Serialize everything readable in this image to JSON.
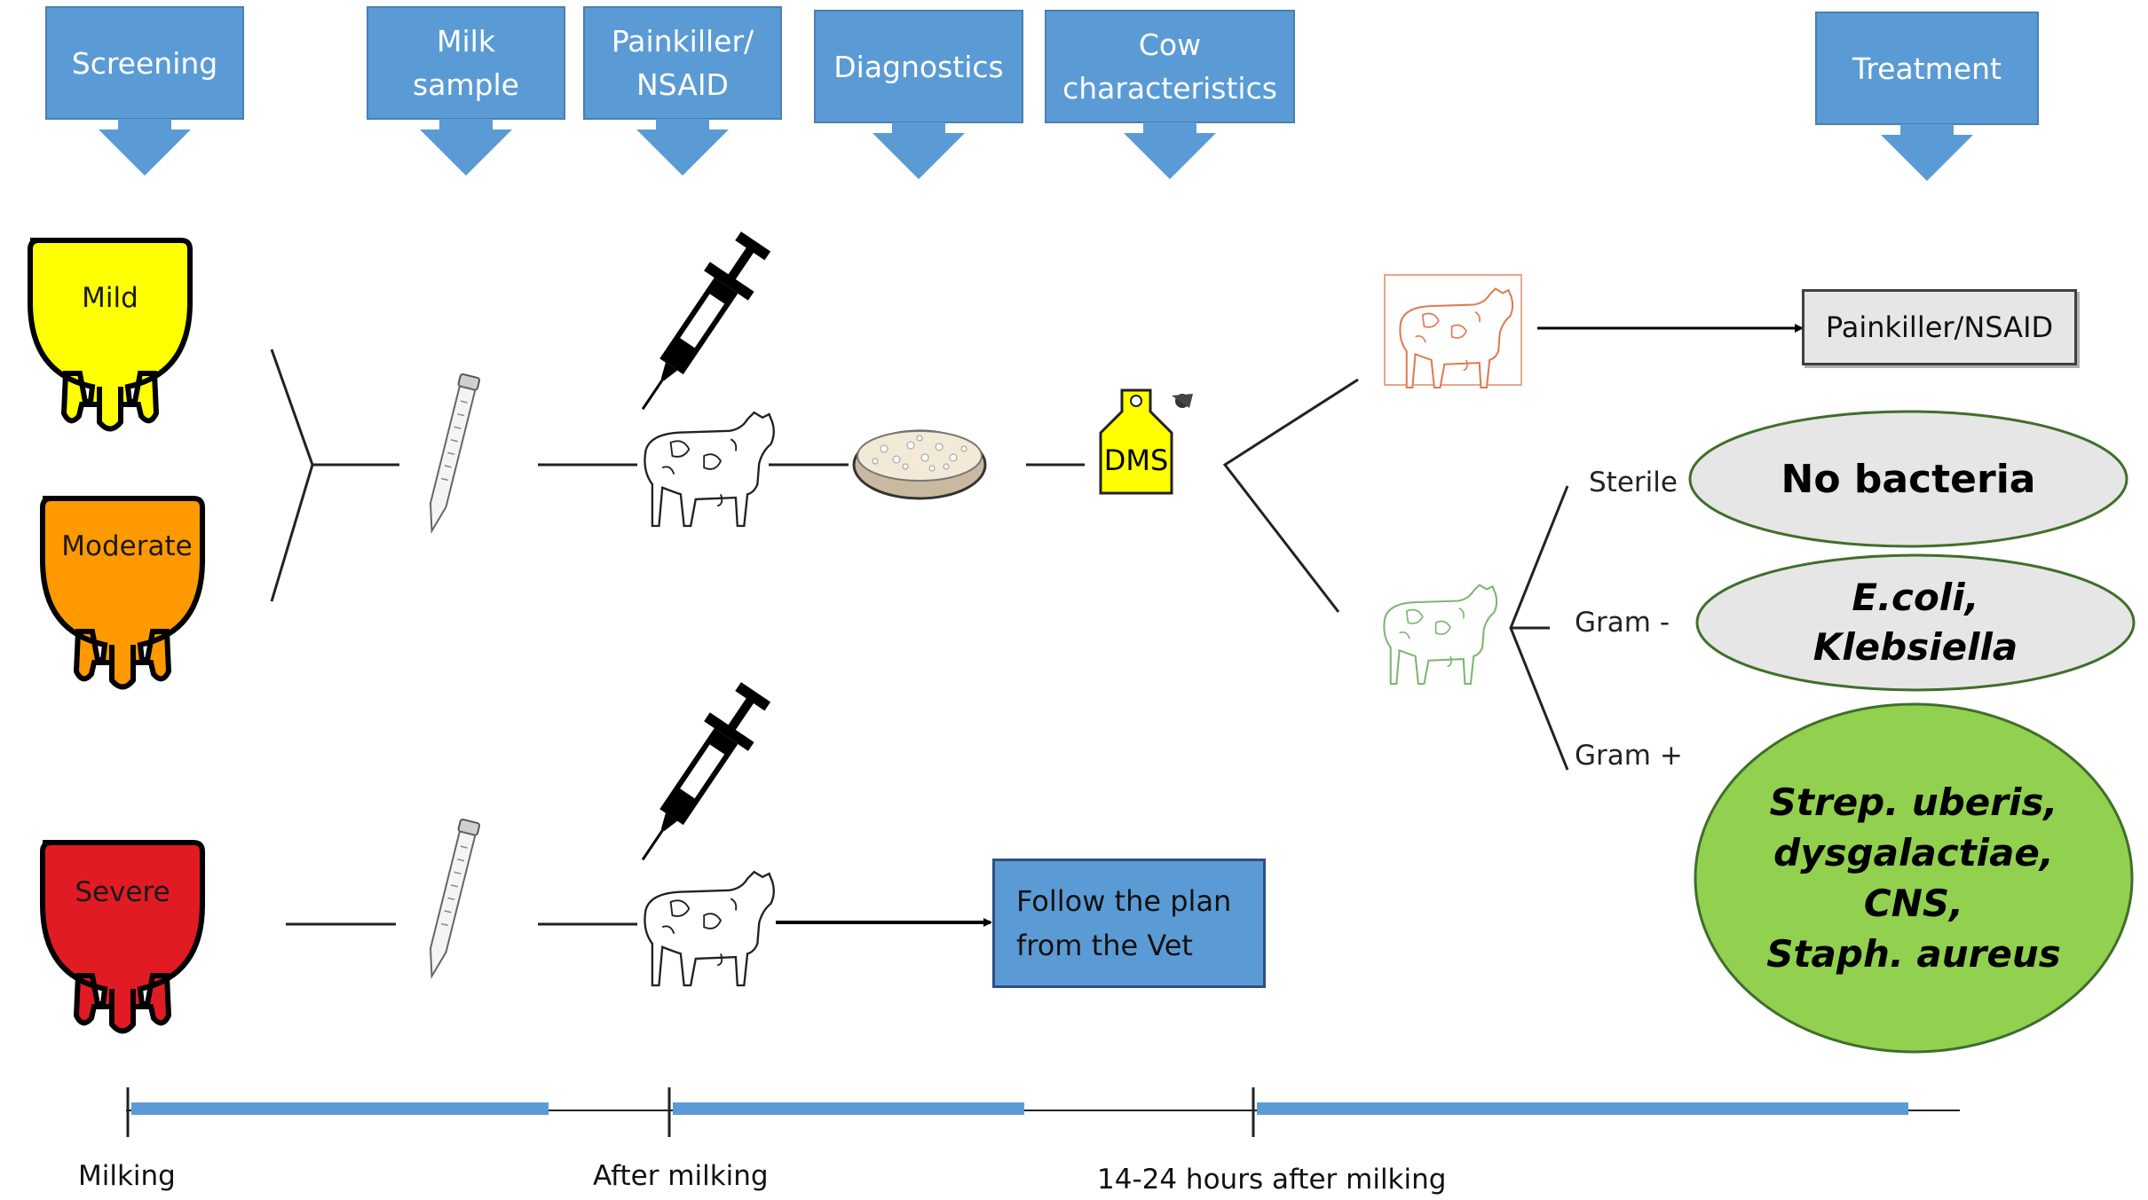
{
  "headers": [
    {
      "id": "screening",
      "label": "Screening"
    },
    {
      "id": "milk-sample",
      "label": "Milk\nsample"
    },
    {
      "id": "painkiller",
      "label": "Painkiller/\nNSAID"
    },
    {
      "id": "diagnostics",
      "label": "Diagnostics"
    },
    {
      "id": "cow-characteristics",
      "label": "Cow\ncharacteristics"
    },
    {
      "id": "treatment",
      "label": "Treatment"
    }
  ],
  "severity": {
    "mild": "Mild",
    "moderate": "Moderate",
    "severe": "Severe"
  },
  "ear_tag": "DMS",
  "treatment_box": "Painkiller/NSAID",
  "vet_box": "Follow the plan\nfrom the Vet",
  "gram": {
    "sterile": "Sterile",
    "negative": "Gram -",
    "positive": "Gram +"
  },
  "results": {
    "sterile": "No bacteria",
    "negative": "E.coli,\nKlebsiella",
    "positive": "Strep. uberis,\ndysgalactiae,\nCNS,\nStaph. aureus"
  },
  "timeline": {
    "milking": "Milking",
    "after_milking": "After milking",
    "later": "14-24 hours after milking"
  },
  "colors": {
    "header_blue": "#5b9bd5",
    "mild": "#ffff00",
    "moderate": "#ff9900",
    "severe": "#e01b24",
    "oval_grey": "#e6e6e6",
    "oval_green": "#92d050",
    "timeline_blue": "#5b9bd5"
  }
}
